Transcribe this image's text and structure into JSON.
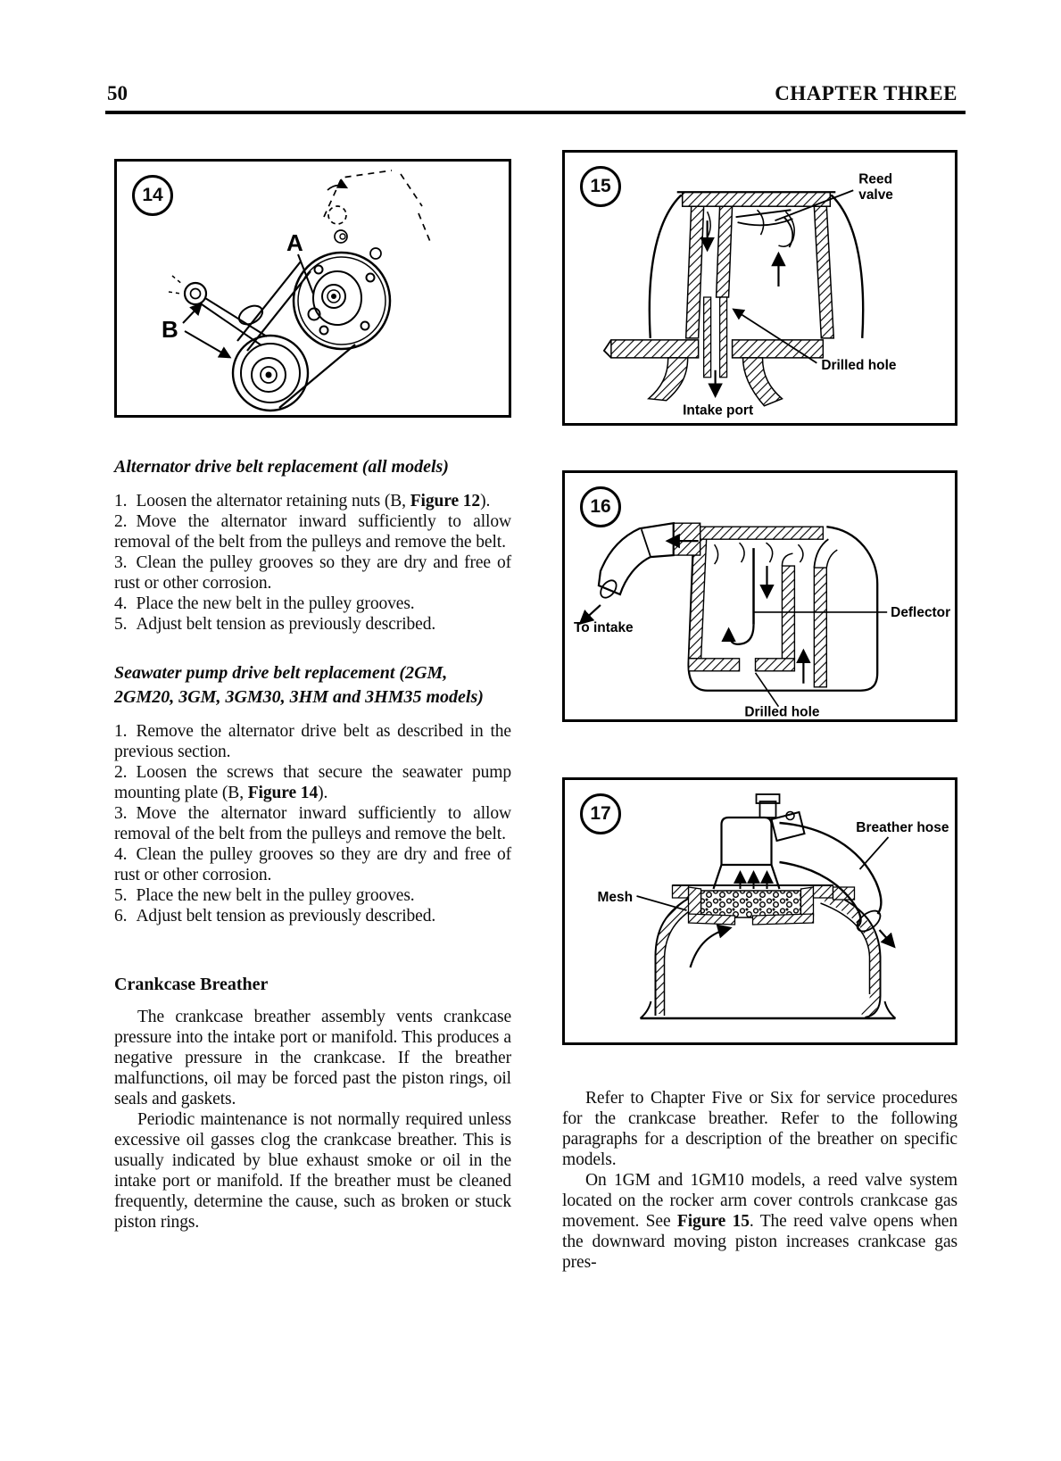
{
  "colors": {
    "ink": "#000000",
    "paper": "#ffffff"
  },
  "header": {
    "page_number": "50",
    "chapter_title": "CHAPTER THREE"
  },
  "figures": {
    "fig14": {
      "number": "14",
      "label_a": "A",
      "label_b": "B"
    },
    "fig15": {
      "number": "15",
      "reed_line1": "Reed",
      "reed_line2": "valve",
      "drilled_hole": "Drilled hole",
      "intake_port": "Intake port"
    },
    "fig16": {
      "number": "16",
      "to_intake": "To intake",
      "deflector": "Deflector",
      "drilled_hole": "Drilled hole"
    },
    "fig17": {
      "number": "17",
      "mesh": "Mesh",
      "breather_hose": "Breather hose"
    }
  },
  "left": {
    "alt_heading": "Alternator drive belt replacement (all models)",
    "alt_steps": [
      {
        "num": "1.",
        "pre": "Loosen the alternator retaining nuts (B, ",
        "figref": "Figure 12",
        "post": ")."
      },
      {
        "num": "2.",
        "text": "Move the alternator inward sufficiently to allow removal of the belt from the pulleys and remove the belt."
      },
      {
        "num": "3.",
        "text": "Clean the pulley grooves so they are dry and free of rust or other corrosion."
      },
      {
        "num": "4.",
        "text": "Place the new belt in the pulley grooves."
      },
      {
        "num": "5.",
        "text": "Adjust belt tension as previously described."
      }
    ],
    "sea_heading": "Seawater pump drive belt replacement (2GM, 2GM20, 3GM, 3GM30, 3HM and 3HM35 models)",
    "sea_steps": [
      {
        "num": "1.",
        "text": "Remove the alternator drive belt as described in the previous section."
      },
      {
        "num": "2.",
        "pre": "Loosen the screws that secure the seawater pump mounting plate (B, ",
        "figref": "Figure 14",
        "post": ")."
      },
      {
        "num": "3.",
        "text": "Move the alternator inward sufficiently to allow removal of the belt from the pulleys and remove the belt."
      },
      {
        "num": "4.",
        "text": "Clean the pulley grooves so they are dry and free of rust or other corrosion."
      },
      {
        "num": "5.",
        "text": "Place the new belt in the pulley grooves."
      },
      {
        "num": "6.",
        "text": "Adjust belt tension as previously described."
      }
    ],
    "breather_heading": "Crankcase Breather",
    "breather_p1": "The crankcase breather assembly vents crankcase pressure into the intake port or manifold. This produces a negative pressure in the crankcase. If the breather malfunctions, oil may be forced past the piston rings, oil seals and gaskets.",
    "breather_p2": "Periodic maintenance is not normally required unless excessive oil gasses clog the crankcase breather. This is usually indicated by blue exhaust smoke or oil in the intake port or manifold. If the breather must be cleaned frequently, determine the cause, such as broken or stuck piston rings."
  },
  "right": {
    "p1": "Refer to Chapter Five or Six for service procedures for the crankcase breather. Refer to the following paragraphs for a description of the breather on specific models.",
    "p2_pre": "On 1GM and 1GM10 models, a reed valve system located on the rocker arm cover controls crankcase gas movement. See ",
    "p2_figref": "Figure 15",
    "p2_post": ". The reed valve opens when the downward moving piston increases crankcase gas pres-"
  }
}
